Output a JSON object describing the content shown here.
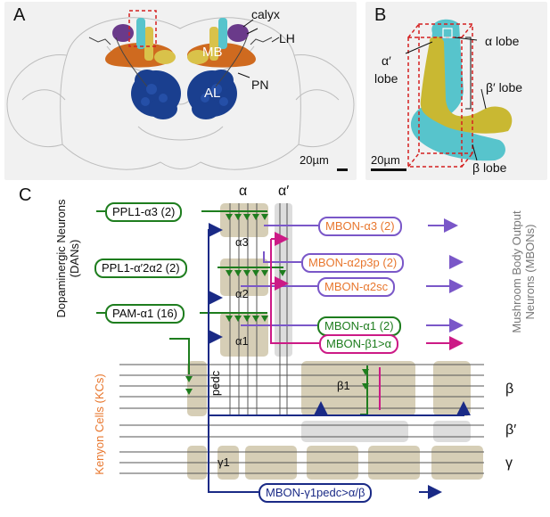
{
  "panel_a": {
    "letter": "A",
    "labels": {
      "calyx": "calyx",
      "lh": "LH",
      "mb": "MB",
      "al": "AL",
      "pn": "PN"
    },
    "scalebar": "20µm"
  },
  "panel_b": {
    "letter": "B",
    "labels": {
      "alpha_lobe": "α lobe",
      "alpha_prime": "α′",
      "alpha_prime_lobe": "lobe",
      "beta_prime_lobe": "β′ lobe",
      "beta_lobe": "β lobe"
    },
    "scalebar": "20µm"
  },
  "panel_c": {
    "letter": "C",
    "lobe_headers": {
      "alpha": "α",
      "alpha_prime": "α′"
    },
    "compartments": {
      "a3": "α3",
      "a2": "α2",
      "a1": "α1",
      "pedc": "pedc",
      "b1": "β1",
      "g1": "γ1"
    },
    "lobe_side_labels": {
      "beta": "β",
      "beta_prime": "β′",
      "gamma": "γ"
    },
    "dan_axis_label": [
      "Dopaminergic Neurons",
      "(DANs)"
    ],
    "mbon_axis_label": [
      "Mushroom Body Output",
      "Neurons  (MBONs)"
    ],
    "kc_label": "Kenyon Cells (KCs)",
    "dans": [
      {
        "label": "PPL1-α3 (2)"
      },
      {
        "label": "PPL1-α′2α2 (2)"
      },
      {
        "label": "PAM-α1 (16)"
      }
    ],
    "mbons": [
      {
        "label": "MBON-α3 (2)"
      },
      {
        "label": "MBON-α2p3p (2)"
      },
      {
        "label": "MBON-α2sc"
      },
      {
        "label": "MBON-α1 (2)"
      },
      {
        "label": "MBON-β1>α"
      },
      {
        "label": "MBON-γ1pedc>α/β"
      }
    ],
    "colors": {
      "dan_green": "#1e7d1e",
      "mbon_purple": "#7a57c8",
      "mbon_magenta": "#cc1a86",
      "mbon_navy": "#1a2a86",
      "kc_orange": "#e8772e",
      "compartment_tan": "#d6ceb6",
      "compartment_gray": "#dddddd"
    }
  }
}
